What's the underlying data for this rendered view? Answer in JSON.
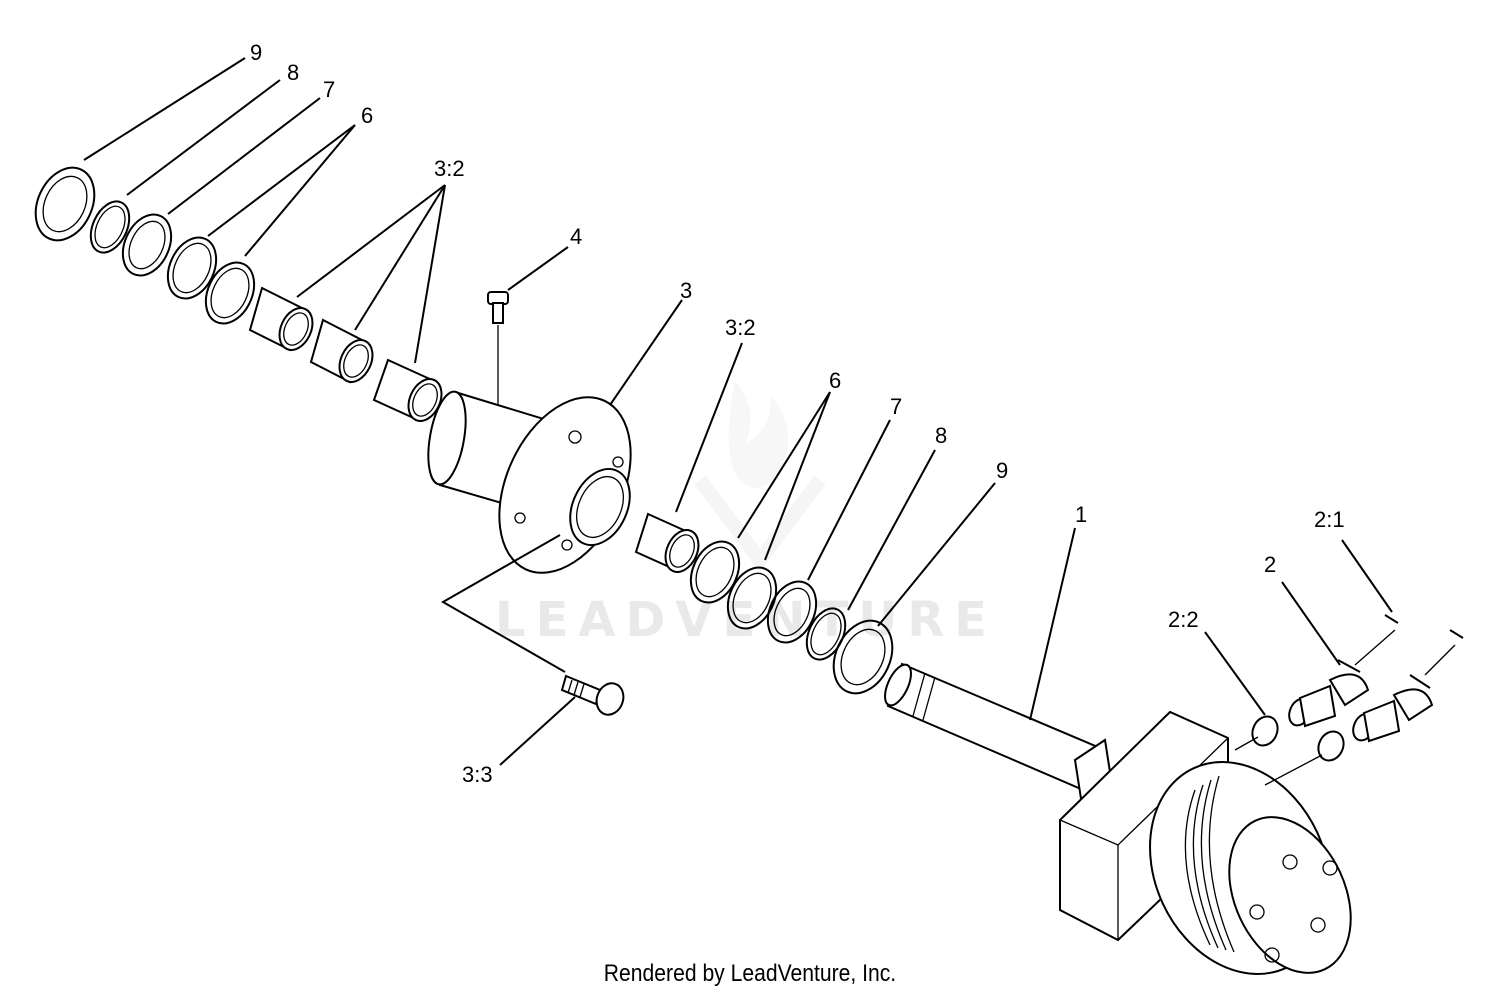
{
  "diagram": {
    "watermark": "LEADVENTURE",
    "footer": "Rendered by LeadVenture, Inc.",
    "callouts": {
      "c9a": "9",
      "c8a": "8",
      "c7a": "7",
      "c6a": "6",
      "c32a": "3:2",
      "c4": "4",
      "c3": "3",
      "c32b": "3:2",
      "c6b": "6",
      "c7b": "7",
      "c8b": "8",
      "c9b": "9",
      "c1": "1",
      "c21": "2:1",
      "c2": "2",
      "c22": "2:2",
      "c33": "3:3"
    }
  }
}
